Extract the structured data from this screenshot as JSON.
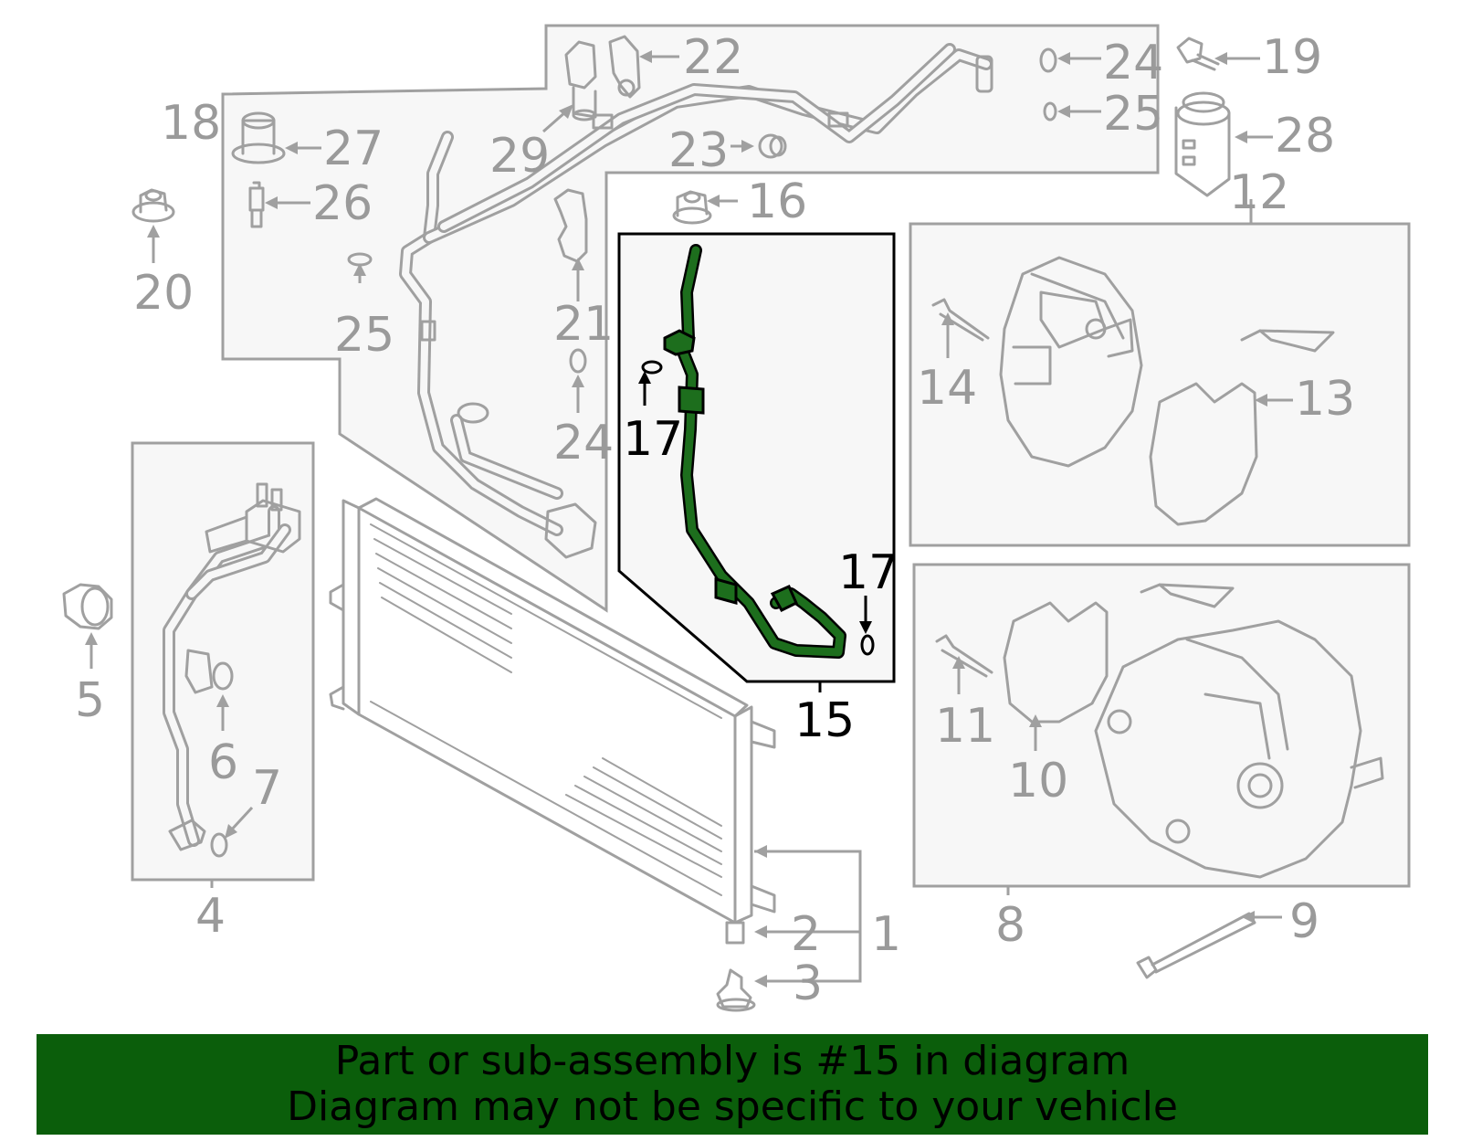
{
  "banner": {
    "line1": "Part or sub-assembly is #15 in diagram",
    "line2": "Diagram may not be specific to your vehicle"
  },
  "colors": {
    "highlight_part": "#1d6e1d",
    "banner_background": "#0b5e0b",
    "callout_gray": "#9a9a9a",
    "callout_highlight": "#000000"
  },
  "callouts": {
    "c1": "1",
    "c2": "2",
    "c3": "3",
    "c4": "4",
    "c5": "5",
    "c6": "6",
    "c7": "7",
    "c8": "8",
    "c9": "9",
    "c10": "10",
    "c11": "11",
    "c12": "12",
    "c13": "13",
    "c14": "14",
    "c15": "15",
    "c16": "16",
    "c17a": "17",
    "c17b": "17",
    "c18": "18",
    "c19": "19",
    "c20": "20",
    "c21": "21",
    "c22": "22",
    "c23": "23",
    "c24a": "24",
    "c24b": "24",
    "c25a": "25",
    "c25b": "25",
    "c26": "26",
    "c27": "27",
    "c28": "28",
    "c29": "29"
  }
}
